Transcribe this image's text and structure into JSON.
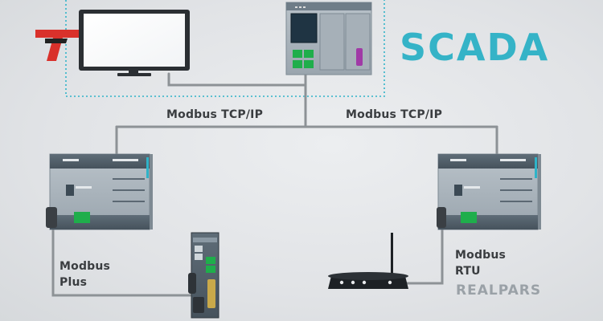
{
  "diagram": {
    "title": "SCADA",
    "watermark": "REALPARS",
    "labels": {
      "tcp_left": "Modbus TCP/IP",
      "tcp_right": "Modbus TCP/IP",
      "plus_line1": "Modbus",
      "plus_line2": "Plus",
      "rtu_line1": "Modbus",
      "rtu_line2": "RTU"
    },
    "colors": {
      "accent": "#35b3c7",
      "cable": "#8d9296",
      "port_green": "#1fae4b",
      "logo_red": "#d9312b"
    },
    "icons": [
      "hmi-monitor",
      "scada-server-rack",
      "plc-left",
      "plc-right",
      "ethernet-switch",
      "wireless-router",
      "company-logo"
    ]
  }
}
